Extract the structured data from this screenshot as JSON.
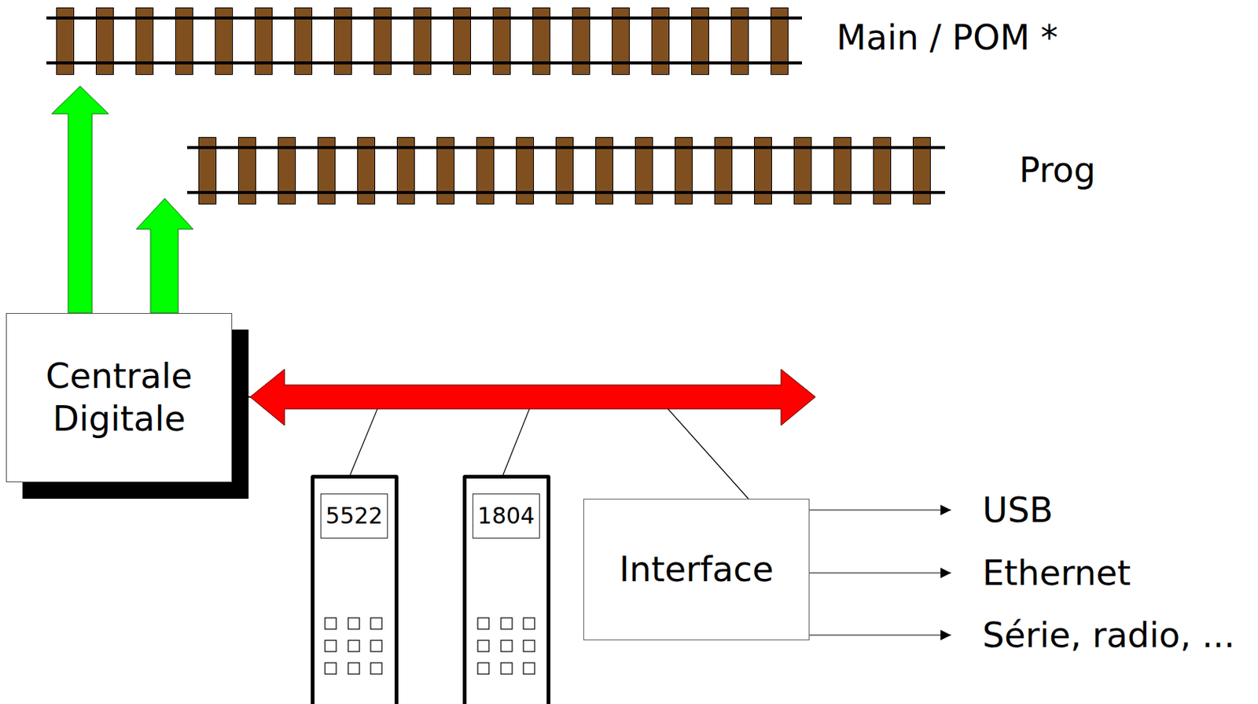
{
  "diagram": {
    "nodes": [
      {
        "text": [
          "Centrale Digitale"
        ]
      },
      {
        "text": [
          "5522"
        ]
      },
      {
        "text": [
          "1804"
        ]
      },
      {
        "text": [
          "Interface"
        ]
      }
    ],
    "edges": [
      {
        "from": 0,
        "to": 1,
        "arrow": "none"
      },
      {
        "from": 0,
        "to": 2,
        "arrow": "none"
      },
      {
        "from": 0,
        "to": 3,
        "arrow": "none"
      }
    ],
    "labels": [
      "Main / POM *",
      "Prog",
      "USB",
      "Ethernet",
      "Série, radio, ..."
    ]
  }
}
